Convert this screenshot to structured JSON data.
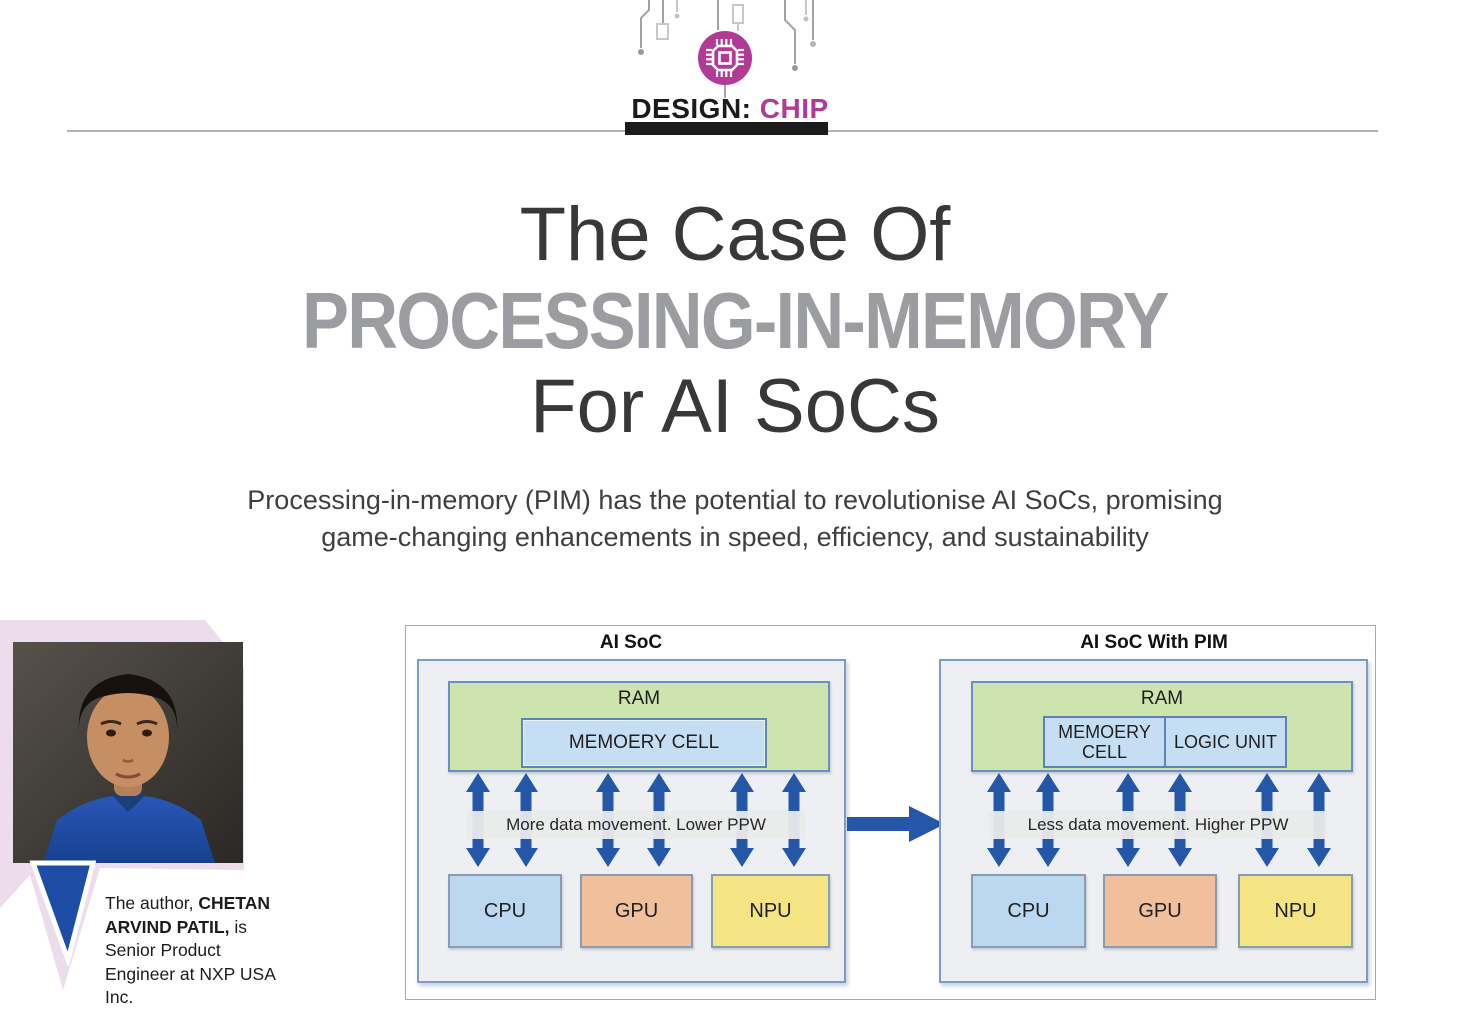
{
  "header": {
    "brand_prefix": "DESIGN:",
    "brand_suffix": "CHIP"
  },
  "title": {
    "line1": "The Case Of",
    "line2": "PROCESSING-IN-MEMORY",
    "line3": "For AI SoCs"
  },
  "subtitle": {
    "line1": "Processing-in-memory (PIM) has the potential to revolutionise AI SoCs, promising",
    "line2": "game-changing enhancements in speed, efficiency, and sustainability"
  },
  "author": {
    "pre": "The author, ",
    "name": "CHETAN ARVIND PATIL,",
    "post": " is Senior Product Engineer at NXP USA Inc."
  },
  "figure": {
    "left": {
      "title": "AI SoC",
      "ram": "RAM",
      "memory_cell": "MEMOERY CELL",
      "band": "More data movement. Lower PPW",
      "units": [
        {
          "label": "CPU"
        },
        {
          "label": "GPU"
        },
        {
          "label": "NPU"
        }
      ]
    },
    "right": {
      "title": "AI SoC With PIM",
      "ram": "RAM",
      "memory_cell": "MEMOERY CELL",
      "logic_unit": "LOGIC UNIT",
      "band": "Less data movement. Higher PPW",
      "units": [
        {
          "label": "CPU"
        },
        {
          "label": "GPU"
        },
        {
          "label": "NPU"
        }
      ]
    }
  },
  "colors": {
    "accent_magenta": "#b23a97",
    "title_gray": "#9b9da1",
    "arrow_blue": "#2457a7",
    "panel_border": "#7d9bc8",
    "panel_fill": "#edeff2",
    "ram_green": "#cde4ae",
    "cell_blue": "#c5def4",
    "cpu_blue": "#bcd8f0",
    "gpu_orange": "#f0c09d",
    "npu_yellow": "#f5e483",
    "pink_shape": "#ecdcec"
  }
}
